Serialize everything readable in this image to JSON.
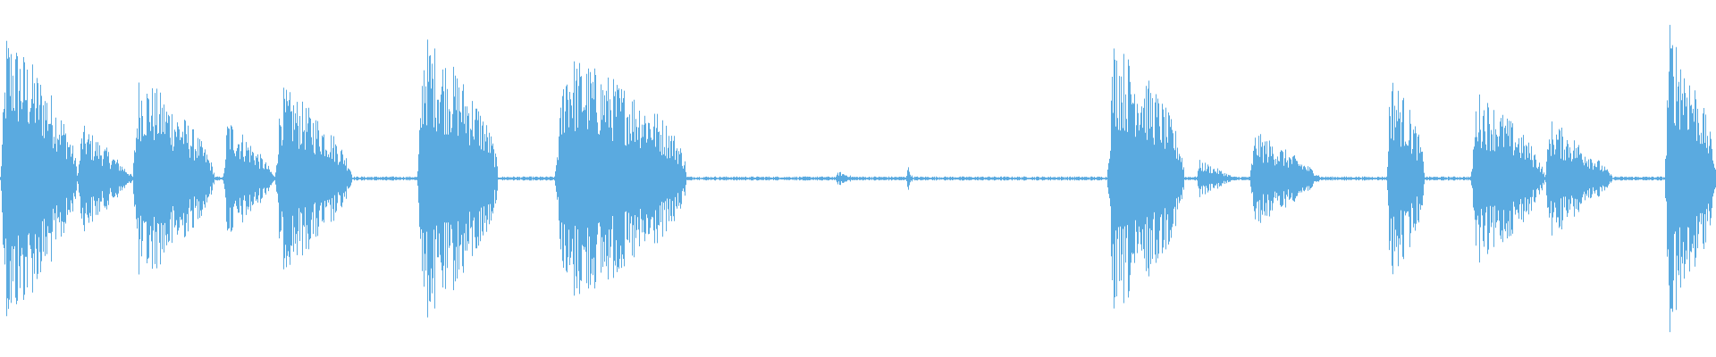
{
  "waveform": {
    "color": "#5aaae0",
    "baseline_color": "#5aaae0",
    "segments": [
      {
        "start": 0.0,
        "end": 0.045,
        "amp": 0.92,
        "decay": 0.55
      },
      {
        "start": 0.045,
        "end": 0.078,
        "amp": 0.35,
        "decay": 0.9
      },
      {
        "start": 0.077,
        "end": 0.125,
        "amp": 0.66,
        "decay": 0.6
      },
      {
        "start": 0.13,
        "end": 0.16,
        "amp": 0.4,
        "decay": 0.8
      },
      {
        "start": 0.16,
        "end": 0.205,
        "amp": 0.58,
        "decay": 0.55
      },
      {
        "start": 0.243,
        "end": 0.29,
        "amp": 0.9,
        "decay": 0.5
      },
      {
        "start": 0.323,
        "end": 0.4,
        "amp": 0.78,
        "decay": 0.45
      },
      {
        "start": 0.487,
        "end": 0.5,
        "amp": 0.05,
        "decay": 1.0
      },
      {
        "start": 0.528,
        "end": 0.532,
        "amp": 0.1,
        "decay": 1.0
      },
      {
        "start": 0.645,
        "end": 0.69,
        "amp": 0.86,
        "decay": 0.5
      },
      {
        "start": 0.697,
        "end": 0.72,
        "amp": 0.12,
        "decay": 0.9
      },
      {
        "start": 0.728,
        "end": 0.77,
        "amp": 0.3,
        "decay": 0.8
      },
      {
        "start": 0.808,
        "end": 0.83,
        "amp": 0.66,
        "decay": 0.5
      },
      {
        "start": 0.857,
        "end": 0.9,
        "amp": 0.55,
        "decay": 0.6
      },
      {
        "start": 0.9,
        "end": 0.94,
        "amp": 0.38,
        "decay": 0.8
      },
      {
        "start": 0.97,
        "end": 1.0,
        "amp": 0.98,
        "decay": 0.6
      }
    ],
    "noise_floor": 0.012
  }
}
